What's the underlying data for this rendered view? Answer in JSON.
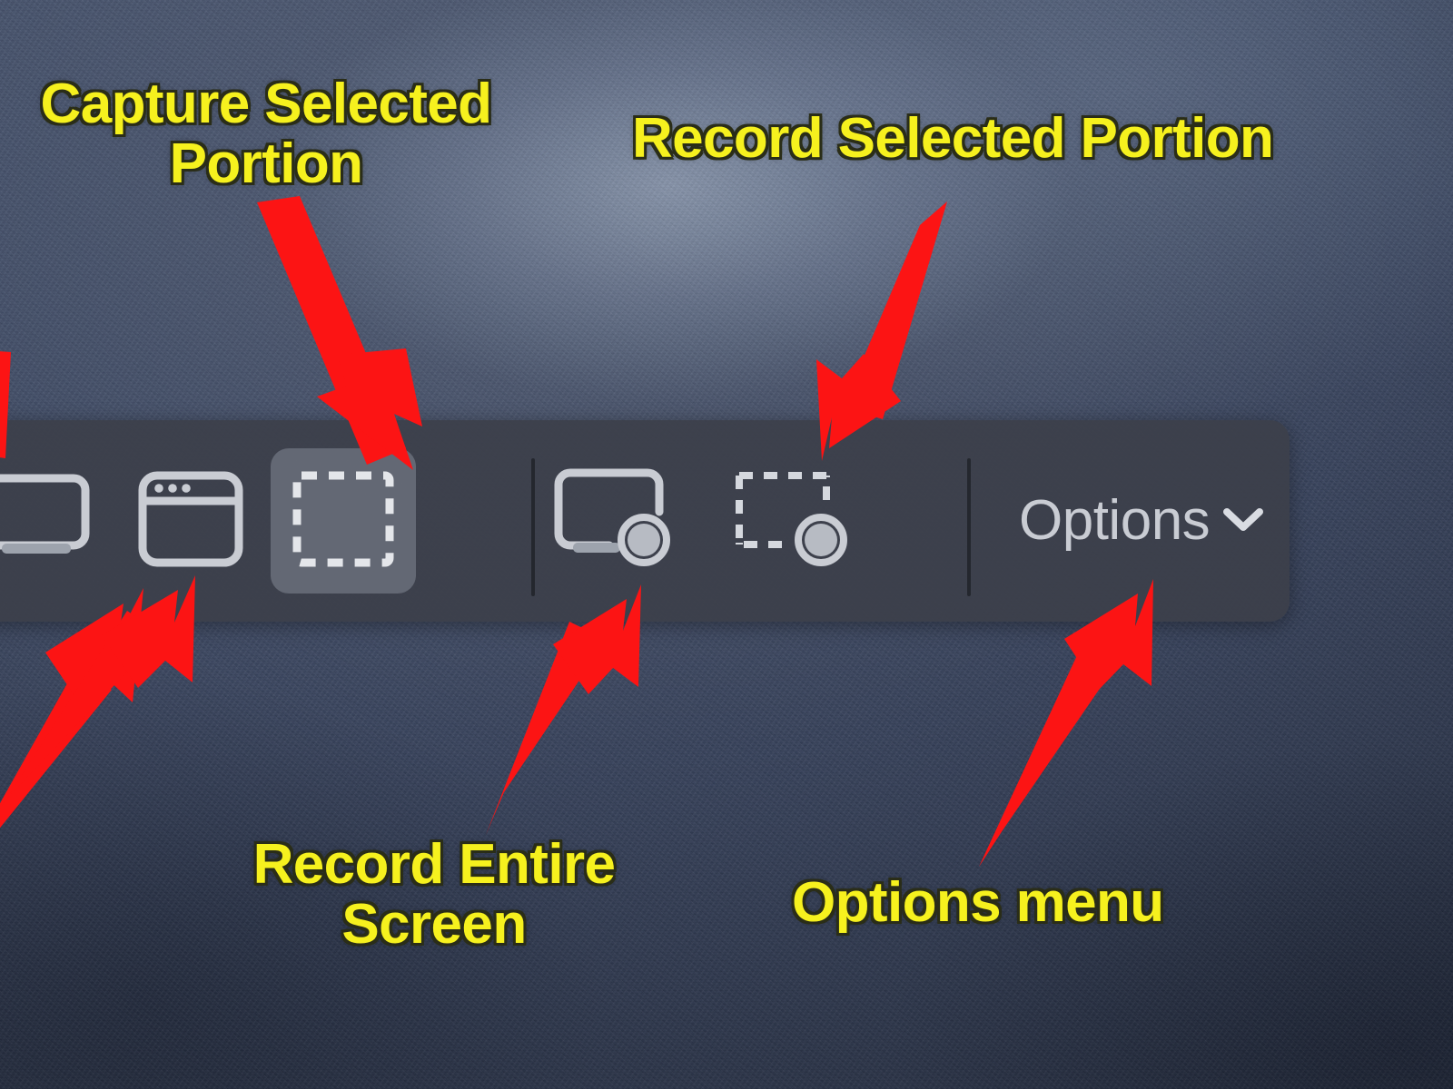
{
  "scene": {
    "description": "macOS Screenshot toolbar over a dark blue denim desktop wallpaper, with red annotation arrows and yellow callout labels",
    "wallpaper_color": "#3d4962",
    "toolbar_color": "#3c404a",
    "annotation_arrow_color": "#fc1414",
    "annotation_text_color": "#f6f11e",
    "annotation_outline_color": "#2a2d18",
    "icon_color": "#c9ccd3"
  },
  "toolbar": {
    "groups": [
      {
        "name": "capture",
        "buttons": [
          {
            "id": "capture-entire-screen",
            "icon": "display-screen-icon",
            "label": "Capture Entire Screen",
            "selected": false,
            "clipped_at_left_edge": true
          },
          {
            "id": "capture-selected-window",
            "icon": "window-icon",
            "label": "Capture Selected Window",
            "selected": false
          },
          {
            "id": "capture-selected-portion",
            "icon": "dashed-selection-icon",
            "label": "Capture Selected Portion",
            "selected": true
          }
        ]
      },
      {
        "name": "record",
        "buttons": [
          {
            "id": "record-entire-screen",
            "icon": "display-record-icon",
            "label": "Record Entire Screen",
            "selected": false
          },
          {
            "id": "record-selected-portion",
            "icon": "dashed-selection-record-icon",
            "label": "Record Selected Portion",
            "selected": false
          }
        ]
      }
    ],
    "options": {
      "label": "Options",
      "chevron_icon": "chevron-down-icon"
    }
  },
  "annotations": [
    {
      "id": "anno-capture-selected-portion",
      "text": "Capture Selected\nPortion",
      "align": "center",
      "points_to": "capture-selected-portion"
    },
    {
      "id": "anno-record-selected-portion",
      "text": "Record Selected Portion",
      "align": "left",
      "points_to": "record-selected-portion"
    },
    {
      "id": "anno-record-entire-screen",
      "text": "Record Entire\nScreen",
      "align": "center",
      "points_to": "record-entire-screen"
    },
    {
      "id": "anno-options-menu",
      "text": "Options menu",
      "align": "left",
      "points_to": "options-button"
    }
  ]
}
